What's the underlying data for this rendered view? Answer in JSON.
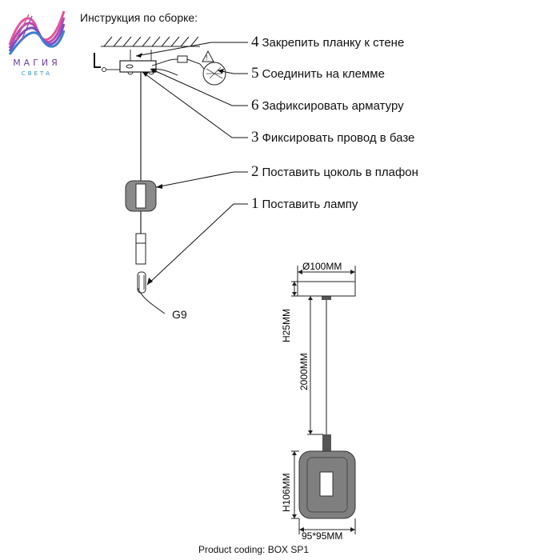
{
  "brand": {
    "title": "МАГИЯ",
    "subtitle": "СВЕТА",
    "colors": {
      "purple": "#6d3fa0",
      "blue": "#2d8fc7",
      "pink": "#e2559a"
    }
  },
  "heading": "Инструкция по сборке:",
  "steps": [
    {
      "num": "4",
      "text": "Закрепить планку к стене"
    },
    {
      "num": "5",
      "text": "Соединить на клемме"
    },
    {
      "num": "6",
      "text": "Зафиксировать арматуру"
    },
    {
      "num": "3",
      "text": "Фиксировать провод в базе"
    },
    {
      "num": "2",
      "text": "Поставить цоколь в плафон"
    },
    {
      "num": "1",
      "text": "Поставить лампу"
    }
  ],
  "bulb_label": "G9",
  "dimensions": {
    "canopy_diameter": "Ø100MM",
    "canopy_height": "H25MM",
    "cable_length": "2000MM",
    "shade_height": "H106MM",
    "shade_size": "95*95MM"
  },
  "product_coding": "Product coding: BOX SP1"
}
